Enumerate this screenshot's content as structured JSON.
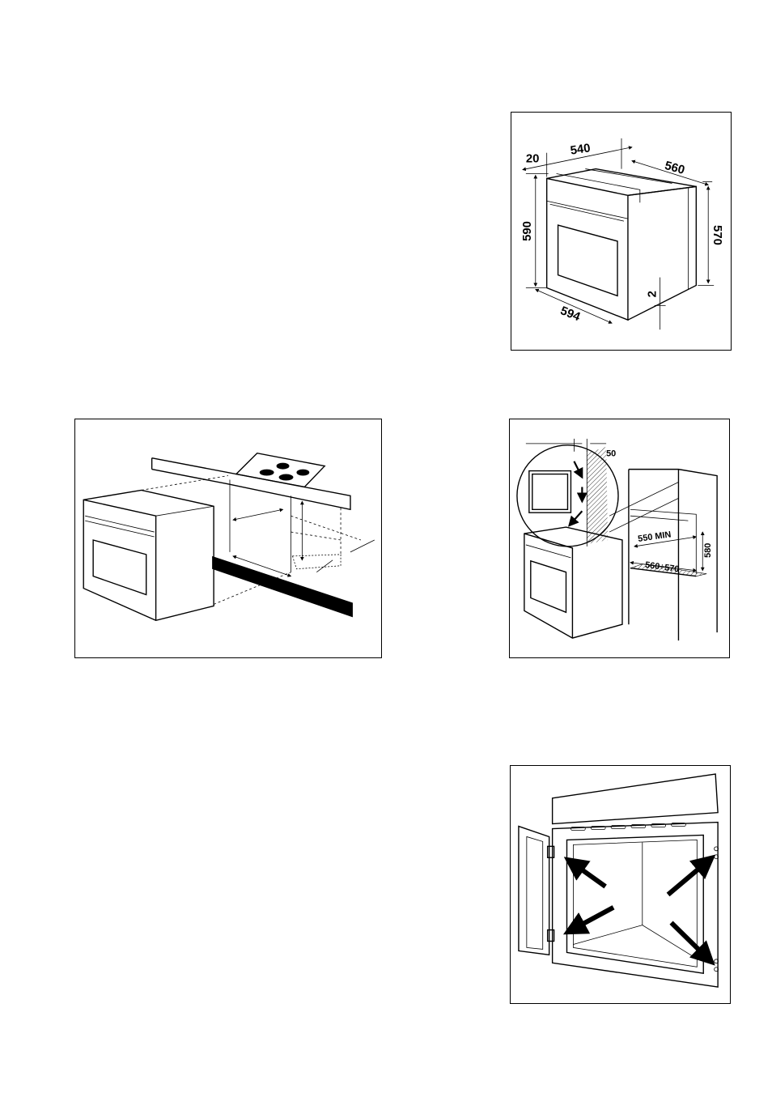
{
  "figure_dimensions": {
    "label_540": "540",
    "label_20": "20",
    "label_560": "560",
    "label_590": "590",
    "label_570": "570",
    "label_2": "2",
    "label_594": "594"
  },
  "figure_cabinet": {
    "label_50": "50",
    "label_550min": "550 MIN",
    "label_580": "580",
    "label_560_570": "560÷570"
  }
}
